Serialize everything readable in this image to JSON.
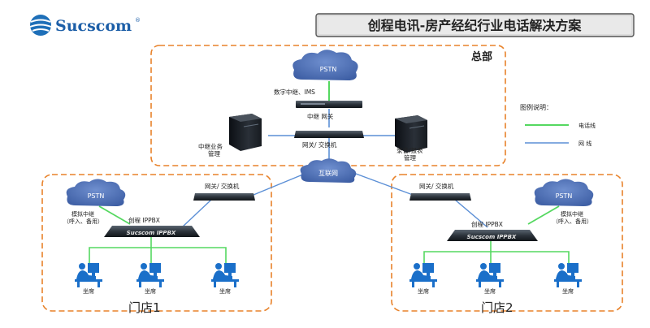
{
  "brand": {
    "name": "Sucscom",
    "registered": "®"
  },
  "title": "创程电讯-房产经纪行业电话解决方案",
  "colors": {
    "phone_line": "#55d860",
    "network_line": "#5b8fd6",
    "region_border": "#e8822a",
    "cloud": "#4a6fb5"
  },
  "hq": {
    "label": "总部",
    "pstn": "PSTN",
    "trunk_label": "数字中继、IMS",
    "gateway_label": "中继  网关",
    "switch_label": "网关/  交换机",
    "server_left": [
      "中继业务",
      "管理"
    ],
    "server_right": [
      "录音/报表",
      "管理"
    ]
  },
  "internet": "互联网",
  "legend": {
    "title": "图例说明：",
    "phone": "电话线",
    "network": "网    线"
  },
  "store1": {
    "label": "门店1",
    "pstn": "PSTN",
    "trunk": [
      "模拟中继",
      "（呼入、备用）"
    ],
    "switch_label": "网关/ 交换机",
    "ippbx_label": "创程 IPPBX",
    "device_brand": "Sucscom  IPPBX",
    "seats": [
      "坐席",
      "坐席",
      "坐席"
    ]
  },
  "store2": {
    "label": "门店2",
    "pstn": "PSTN",
    "trunk": [
      "模拟中继",
      "（呼入、备用）"
    ],
    "switch_label": "网关/ 交换机",
    "ippbx_label": "创程 IPPBX",
    "device_brand": "Sucscom  IPPBX",
    "seats": [
      "坐席",
      "坐席",
      "坐席"
    ]
  }
}
